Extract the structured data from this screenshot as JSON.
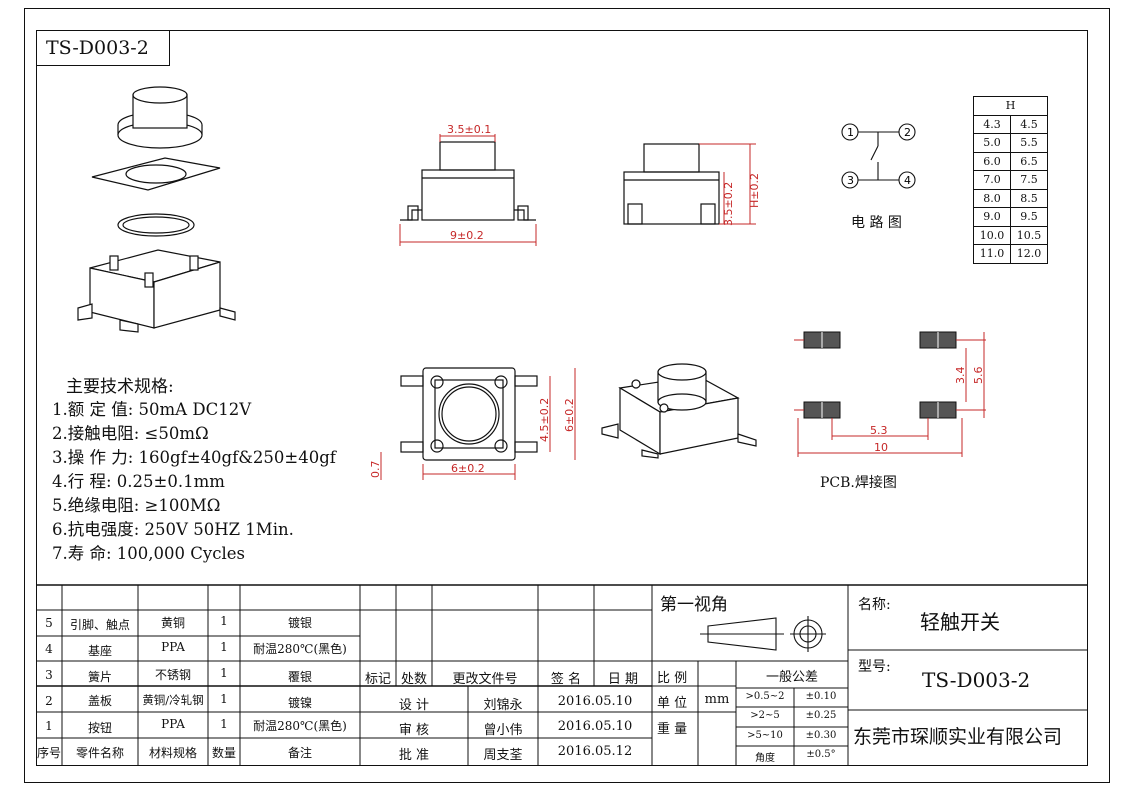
{
  "part_code": "TS-D003-2",
  "dims": {
    "cap_width": "3.5±0.1",
    "body_width": "9±0.2",
    "cap_height_side": "3.5±0.2",
    "total_height": "H±0.2",
    "body_inner": "4.5±0.2",
    "body_outer": "6±0.2",
    "body_bottom": "6±0.2",
    "lead_offset": "0.7"
  },
  "circuit": {
    "pin1": "1",
    "pin2": "2",
    "pin3": "3",
    "pin4": "4",
    "caption": "电 路 图"
  },
  "h_table": {
    "header": "H",
    "rows": [
      [
        "4.3",
        "4.5"
      ],
      [
        "5.0",
        "5.5"
      ],
      [
        "6.0",
        "6.5"
      ],
      [
        "7.0",
        "7.5"
      ],
      [
        "8.0",
        "8.5"
      ],
      [
        "9.0",
        "9.5"
      ],
      [
        "10.0",
        "10.5"
      ],
      [
        "11.0",
        "12.0"
      ]
    ]
  },
  "pcb": {
    "dim_a": "3.4",
    "dim_b": "5.6",
    "dim_c": "5.3",
    "dim_d": "10",
    "caption": "PCB.焊接图"
  },
  "specs": {
    "title": "主要技术规格:",
    "lines": [
      "1.额 定 值: 50mA DC12V",
      "2.接触电阻: ≤50mΩ",
      "3.操 作 力: 160gf±40gf&250±40gf",
      "4.行    程: 0.25±0.1mm",
      "5.绝缘电阻: ≥100MΩ",
      "6.抗电强度: 250V 50HZ 1Min.",
      "7.寿    命: 100,000 Cycles"
    ]
  },
  "bom": {
    "rows": [
      {
        "no": "5",
        "name": "引脚、触点",
        "material": "黄铜",
        "qty": "1",
        "note": "镀银"
      },
      {
        "no": "4",
        "name": "基座",
        "material": "PPA",
        "qty": "1",
        "note": "耐温280℃(黑色)"
      },
      {
        "no": "3",
        "name": "簧片",
        "material": "不锈钢",
        "qty": "1",
        "note": "覆银"
      },
      {
        "no": "2",
        "name": "盖板",
        "material": "黄铜/冷轧钢",
        "qty": "1",
        "note": "镀镍"
      },
      {
        "no": "1",
        "name": "按钮",
        "material": "PPA",
        "qty": "1",
        "note": "耐温280℃(黑色)"
      }
    ],
    "header": {
      "no": "序号",
      "name": "零件名称",
      "material": "材料规格",
      "qty": "数量",
      "note": "备注"
    }
  },
  "revision": {
    "marker": "标记",
    "count": "处数",
    "doc_no": "更改文件号",
    "sign": "签 名",
    "date": "日 期"
  },
  "approvals": [
    {
      "role": "设  计",
      "person": "刘锦永",
      "date": "2016.05.10"
    },
    {
      "role": "审  核",
      "person": "曾小伟",
      "date": "2016.05.10"
    },
    {
      "role": "批  准",
      "person": "周支荃",
      "date": "2016.05.12"
    }
  ],
  "projection": {
    "label": "第一视角"
  },
  "info": {
    "scale_label": "比 例",
    "unit_label": "单 位",
    "unit_value": "mm",
    "weight_label": "重 量"
  },
  "tolerance": {
    "title": "一般公差",
    "rows": [
      [
        ">0.5~2",
        "±0.10"
      ],
      [
        ">2~5",
        "±0.25"
      ],
      [
        ">5~10",
        "±0.30"
      ],
      [
        "角度",
        "±0.5°"
      ]
    ]
  },
  "title_block": {
    "name_label": "名称:",
    "name_value": "轻触开关",
    "model_label": "型号:",
    "model_value": "TS-D003-2",
    "company": "东莞市琛顺实业有限公司"
  }
}
